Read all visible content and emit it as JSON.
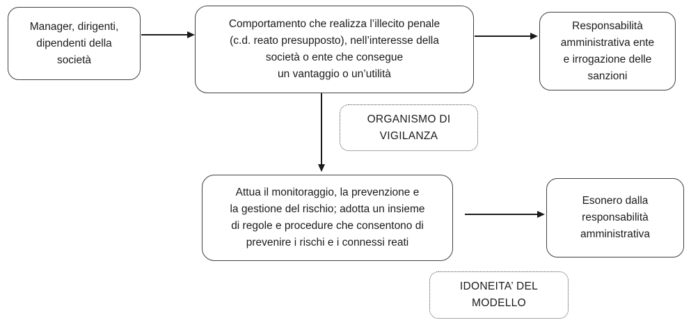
{
  "diagram": {
    "title": "Flowchart modello organizzativo D.Lgs. 231 (responsabilità amministrativa ente)",
    "boxes": {
      "manager": {
        "text": "Manager, dirigenti,\ndipendenti della\nsocietà"
      },
      "comportamento": {
        "text": "Comportamento che realizza l’illecito penale\n(c.d. reato presupposto), nell’interesse della\nsocietà o ente che consegue\nun vantaggio o un’utilità"
      },
      "responsabilita": {
        "text": "Responsabilità\namministrativa ente\ne irrogazione delle\nsanzioni"
      },
      "attua": {
        "text": "Attua il monitoraggio, la prevenzione e\nla gestione del rischio; adotta un insieme\ndi regole e procedure che consentono di\nprevenire i rischi e i connessi reati"
      },
      "esonero": {
        "text": "Esonero dalla\nresponsabilità\namministrativa"
      },
      "organismo": {
        "text": "ORGANISMO DI\nVIGILANZA"
      },
      "idoneita": {
        "text": "IDONEITA’ DEL\nMODELLO"
      }
    },
    "colors": {
      "box_border": "#3f3f3f",
      "dotted_border": "#4a4a4a",
      "arrow": "#1a1a1a",
      "text": "#1a1a1a",
      "background": "#ffffff"
    }
  }
}
